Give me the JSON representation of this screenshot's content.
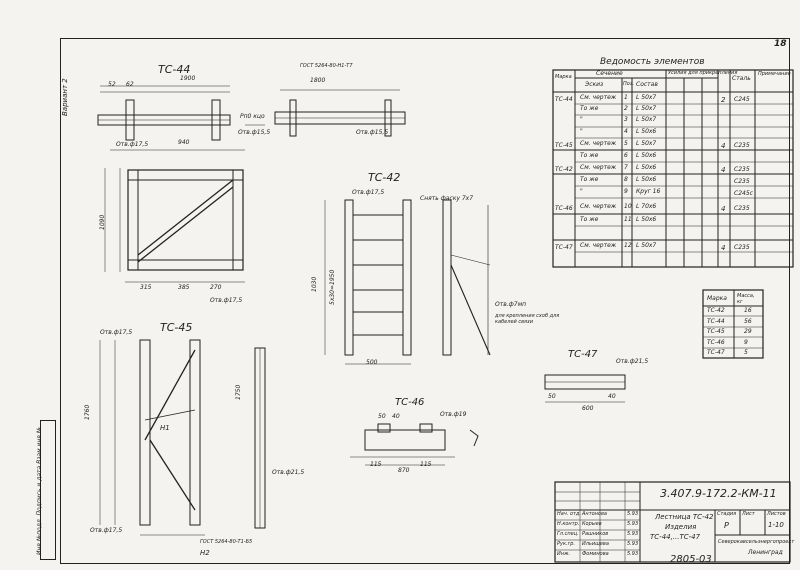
{
  "sheet": {
    "page_number": "18",
    "vertical_label": "Вариант 2",
    "side_stamp": "Инв.№подл. Подпись и дата Взам.инв.№",
    "bottom_number": "2805-03"
  },
  "statement": {
    "title": "Ведомость элементов",
    "headers": {
      "mark": "Марка",
      "section": "Сечение",
      "sketch": "Эскиз",
      "profile": "Состав",
      "forces": "Усилия для прикрепления",
      "steel": "Сталь",
      "note": "Примечание",
      "position": "Поз."
    },
    "rows": [
      {
        "mark": "ТС-44",
        "sketch": "См. чертеж",
        "pos": "1",
        "profile": "L 50х7",
        "group": "2",
        "steel": "С245"
      },
      {
        "mark": "",
        "sketch": "То же",
        "pos": "2",
        "profile": "L 50х7",
        "group": "",
        "steel": ""
      },
      {
        "mark": "",
        "sketch": "\"",
        "pos": "3",
        "profile": "L 50х7",
        "group": "",
        "steel": ""
      },
      {
        "mark": "",
        "sketch": "\"",
        "pos": "4",
        "profile": "L 50х6",
        "group": "",
        "steel": ""
      },
      {
        "mark": "ТС-45",
        "sketch": "См. чертеж",
        "pos": "5",
        "profile": "L 50х7",
        "group": "4",
        "steel": "С235"
      },
      {
        "mark": "",
        "sketch": "То же",
        "pos": "6",
        "profile": "L 50х6",
        "group": "",
        "steel": ""
      },
      {
        "mark": "ТС-42",
        "sketch": "См. чертеж",
        "pos": "7",
        "profile": "L 50х6",
        "group": "4",
        "steel": "С235"
      },
      {
        "mark": "",
        "sketch": "То же",
        "pos": "8",
        "profile": "L 50х6",
        "group": "",
        "steel": "С235"
      },
      {
        "mark": "",
        "sketch": "\"",
        "pos": "9",
        "profile": "Круг 16",
        "group": "",
        "steel": "С245с"
      },
      {
        "mark": "ТС-46",
        "sketch": "См. чертеж",
        "pos": "10",
        "profile": "L 70х6",
        "group": "4",
        "steel": "С235"
      },
      {
        "mark": "",
        "sketch": "То же",
        "pos": "11",
        "profile": "L 50х6",
        "group": "",
        "steel": ""
      },
      {
        "mark": "ТС-47",
        "sketch": "См. чертеж",
        "pos": "12",
        "profile": "L 50х7",
        "group": "4",
        "steel": "С235"
      }
    ]
  },
  "mass_table": {
    "headers": {
      "mark": "Марка",
      "mass": "Масса, кг"
    },
    "rows": [
      {
        "mark": "ТС-42",
        "mass": "16"
      },
      {
        "mark": "ТС-44",
        "mass": "56"
      },
      {
        "mark": "ТС-45",
        "mass": "29"
      },
      {
        "mark": "ТС-46",
        "mass": "9"
      },
      {
        "mark": "ТС-47",
        "mass": "5"
      }
    ]
  },
  "views": {
    "tc44": {
      "label": "ТС-44",
      "dims": [
        "1900",
        "1800",
        "62",
        "52"
      ],
      "note": "ГОСТ 5264-80-Н1-Т7",
      "callouts": [
        "Отв.ф15,5",
        "Отв.ф15,5",
        "Рп0 кцо"
      ]
    },
    "tc45": {
      "label": "ТС-45",
      "dims": [
        "1760",
        "1750",
        "315",
        "385",
        "270",
        "940",
        "1090"
      ],
      "callouts": [
        "Отв.ф17,5",
        "Отв.ф17,5",
        "Отв.ф17,5",
        "Отв.ф17,5",
        "Отв.ф21,5"
      ],
      "gost": "ГОСТ 5264-80-Т1-Б5",
      "weld": "Н1",
      "weld2": "Н2"
    },
    "tc42": {
      "label": "ТС-42",
      "dims": [
        "500",
        "1030",
        "5х30=1950"
      ],
      "callouts": [
        "Отв.ф17,5",
        "Отв.ф7мп",
        "для крепления схоб для кабелей связи"
      ],
      "note": "Снять фаску 7х7"
    },
    "tc46": {
      "label": "ТС-46",
      "dims": [
        "115",
        "115",
        "50",
        "40",
        "870"
      ],
      "callouts": [
        "Отв.ф19"
      ]
    },
    "tc47": {
      "label": "ТС-47",
      "dims": [
        "600",
        "50",
        "40"
      ],
      "callouts": [
        "Отв.ф21,5"
      ]
    }
  },
  "title_block": {
    "code": "3.407.9-172.2-КМ-11",
    "name_lines": [
      "Лестница ТС-42",
      "Изделия",
      "ТС-44,...ТС-47"
    ],
    "stage": "Р",
    "sheet": "1-10",
    "stage_label": "Стадия",
    "sheet_label": "Лист",
    "sheets_label": "Листов",
    "org": "Северокавсельэнергопроект",
    "city": "Ленинград",
    "signatures": [
      {
        "role": "Нач. отд.",
        "name": "Антонова"
      },
      {
        "role": "Н.контр.",
        "name": "Корыев"
      },
      {
        "role": "Гл.спец.",
        "name": "Рашников"
      },
      {
        "role": "Рук.гр.",
        "name": "Ильищева"
      },
      {
        "role": "Инж.",
        "name": "Фоминова"
      }
    ],
    "dates": [
      "5.93",
      "5.93",
      "5.93",
      "5.93",
      "5.93"
    ]
  }
}
